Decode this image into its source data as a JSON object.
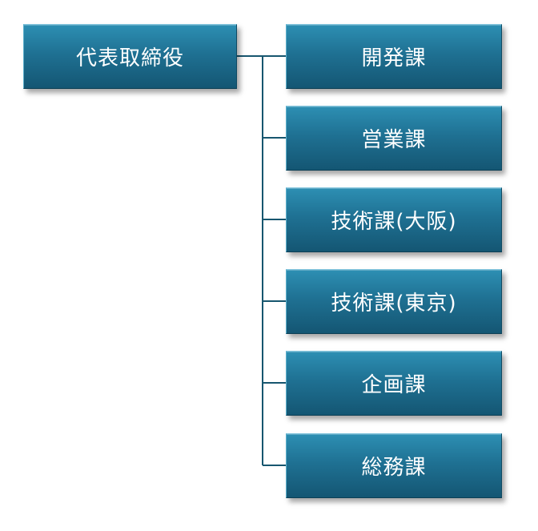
{
  "root": {
    "label": "代表取締役"
  },
  "children": [
    {
      "label": "開発課"
    },
    {
      "label": "営業課"
    },
    {
      "label": "技術課(大阪)"
    },
    {
      "label": "技術課(東京)"
    },
    {
      "label": "企画課"
    },
    {
      "label": "総務課"
    }
  ],
  "colors": {
    "box_fill": "#1f7193",
    "connector": "#17566f",
    "text": "#ffffff"
  }
}
